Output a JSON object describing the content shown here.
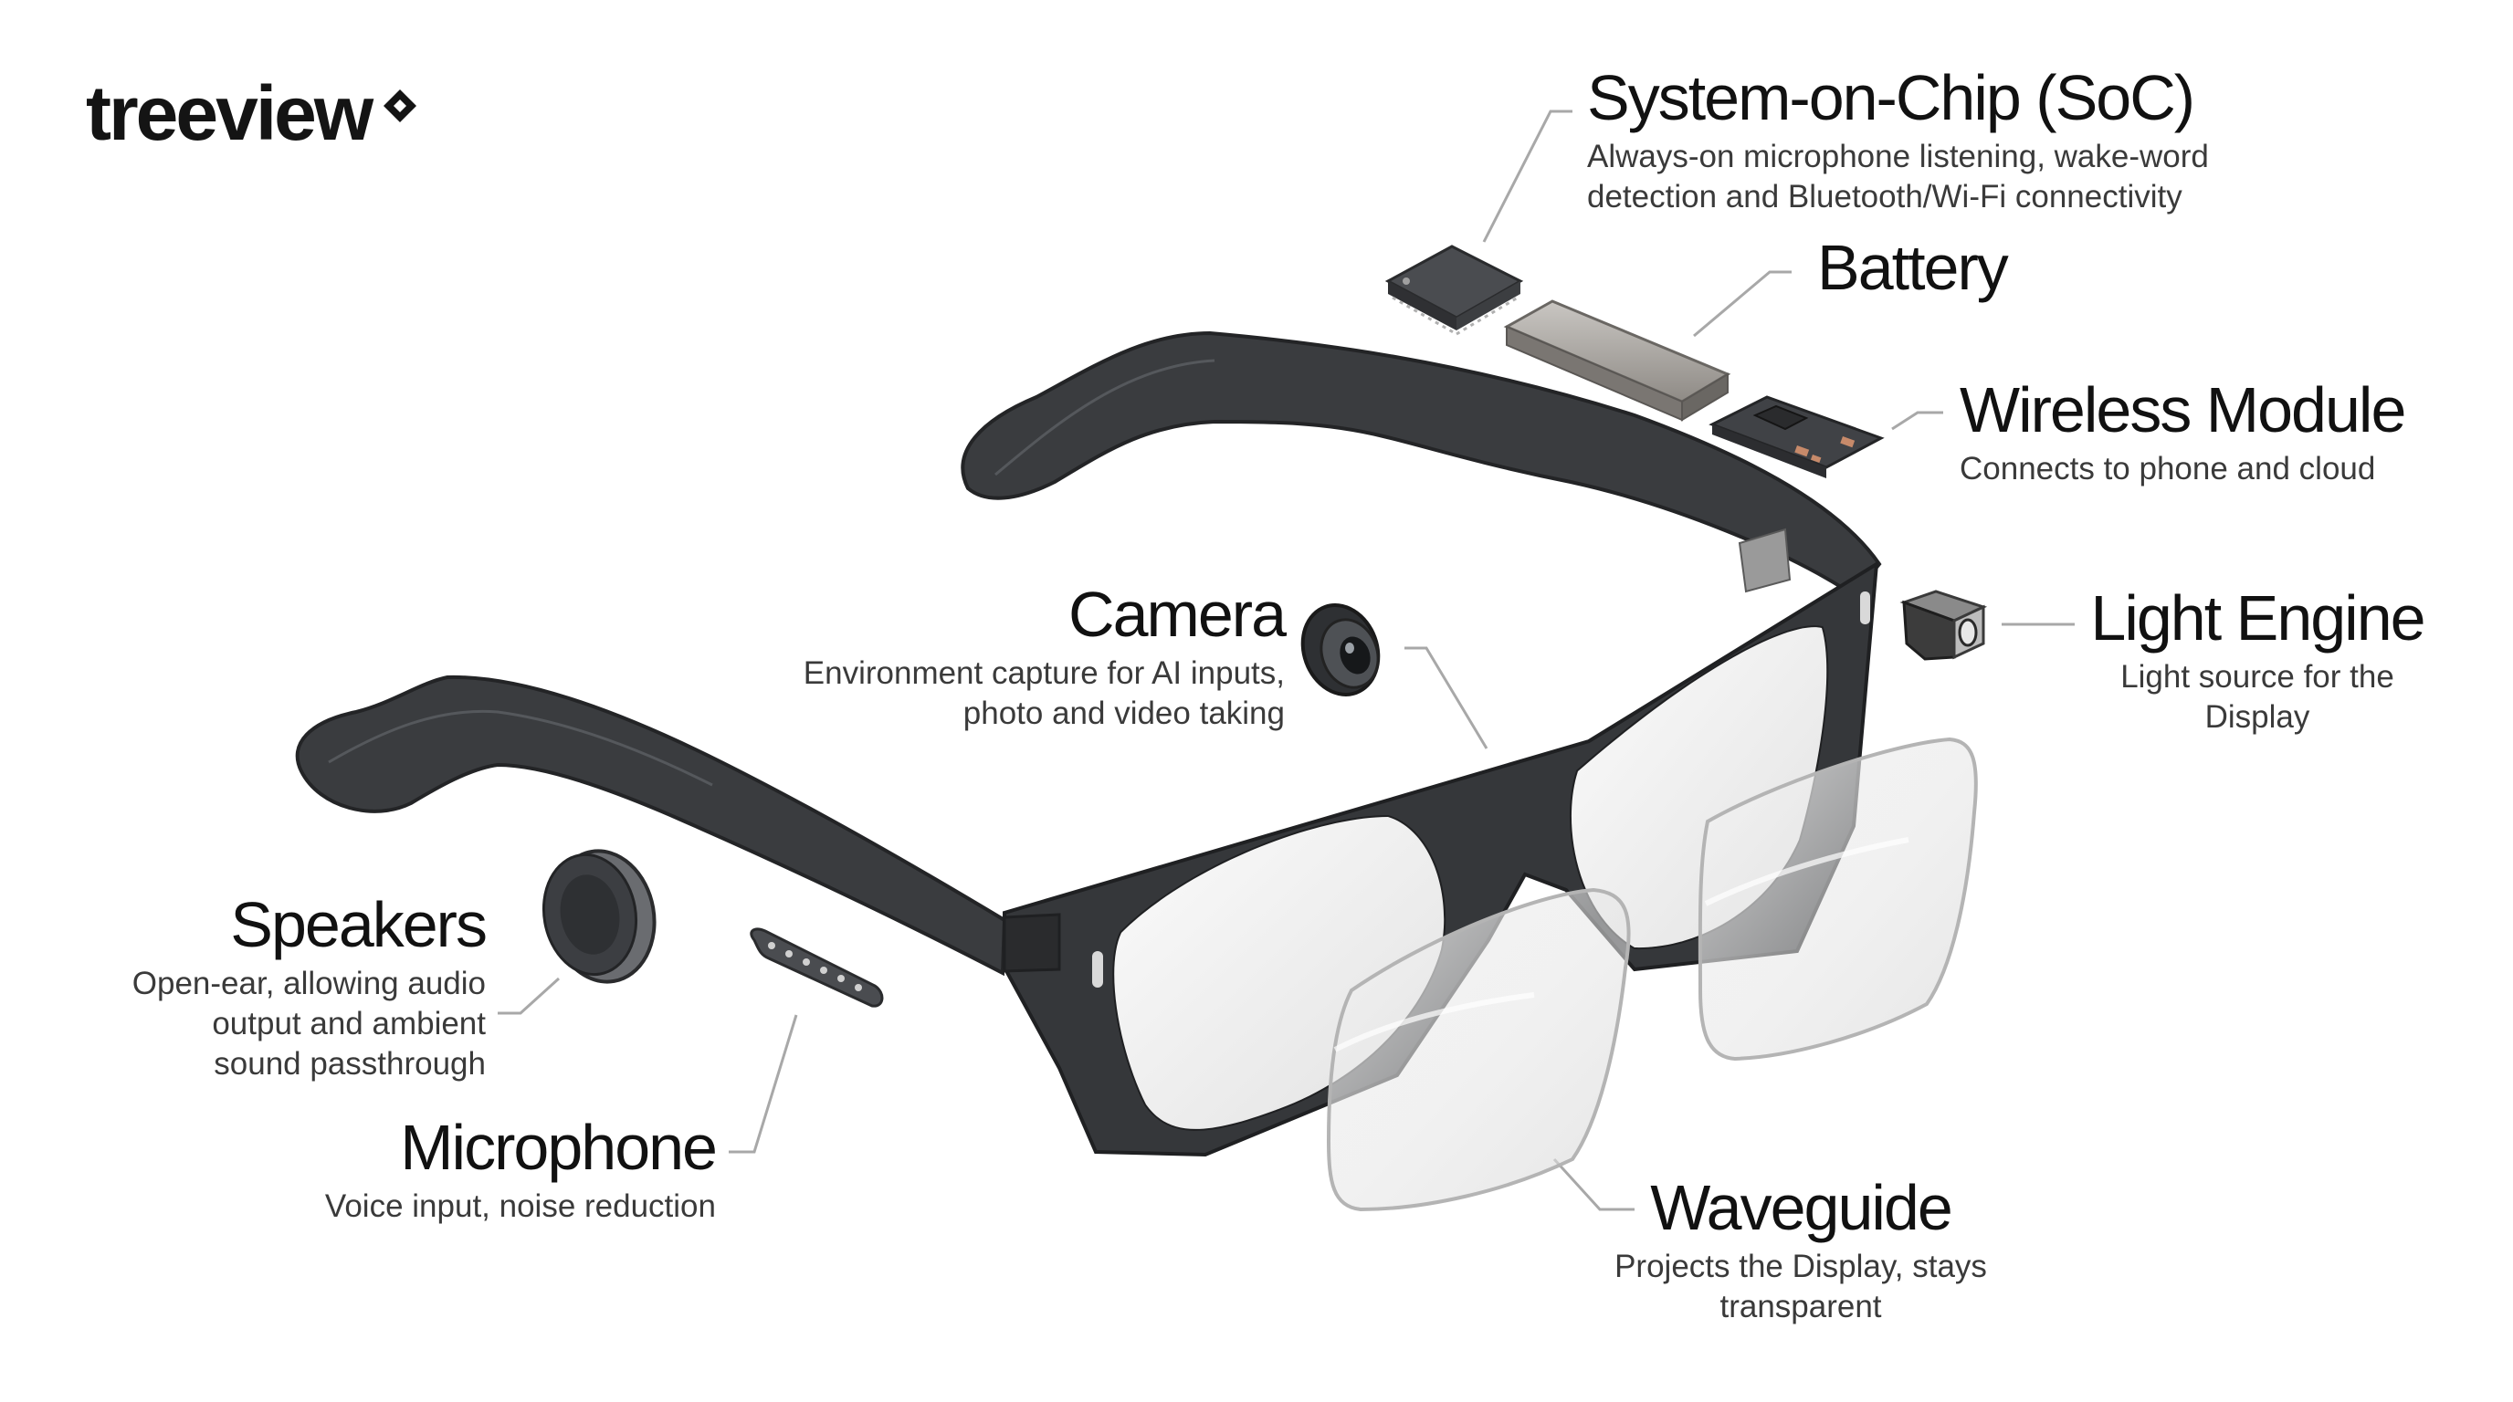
{
  "brand": {
    "name": "treeview",
    "mark_icon": "diamond-logo-icon"
  },
  "components": {
    "soc": {
      "title": "System-on-Chip (SoC)",
      "desc_1": "Always-on microphone listening, wake-word",
      "desc_2": "detection and Bluetooth/Wi-Fi connectivity"
    },
    "battery": {
      "title": "Battery"
    },
    "wireless": {
      "title": "Wireless Module",
      "desc_1": "Connects to phone and cloud"
    },
    "camera": {
      "title": "Camera",
      "desc_1": "Environment capture for AI inputs,",
      "desc_2": "photo and video taking"
    },
    "light_engine": {
      "title": "Light Engine",
      "desc_1": "Light source for the Display"
    },
    "speakers": {
      "title": "Speakers",
      "desc_1": "Open-ear, allowing audio",
      "desc_2": "output and ambient",
      "desc_3": "sound passthrough"
    },
    "microphone": {
      "title": "Microphone",
      "desc_1": "Voice input, noise reduction"
    },
    "waveguide": {
      "title": "Waveguide",
      "desc_1": "Projects the Display, stays",
      "desc_2": "transparent"
    }
  },
  "colors": {
    "frame": "#3a3c3f",
    "frame_dark": "#232426",
    "leader_line": "#a8a8a8",
    "text": "#111111",
    "desc": "#3a3a3a"
  }
}
